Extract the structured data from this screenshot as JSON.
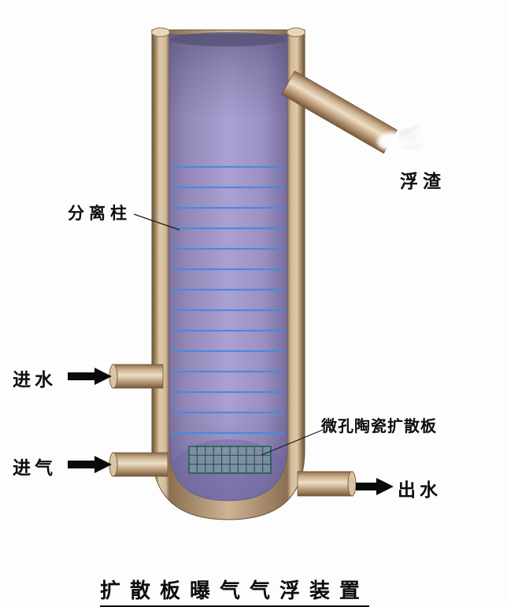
{
  "title": "扩散板曝气气浮装置",
  "labels": {
    "scum": "浮渣",
    "separation_column": "分离柱",
    "water_inlet": "进水",
    "air_inlet": "进气",
    "diffuser_plate": "微孔陶瓷扩散板",
    "water_outlet": "出水"
  },
  "colors": {
    "wall_tan": "#cdb494",
    "interior_purple": "#a49ac9",
    "separator_line_blue": "#4a8add",
    "diffuser_teal": "#1c5f52",
    "arrow_black": "#0a0a0a"
  }
}
